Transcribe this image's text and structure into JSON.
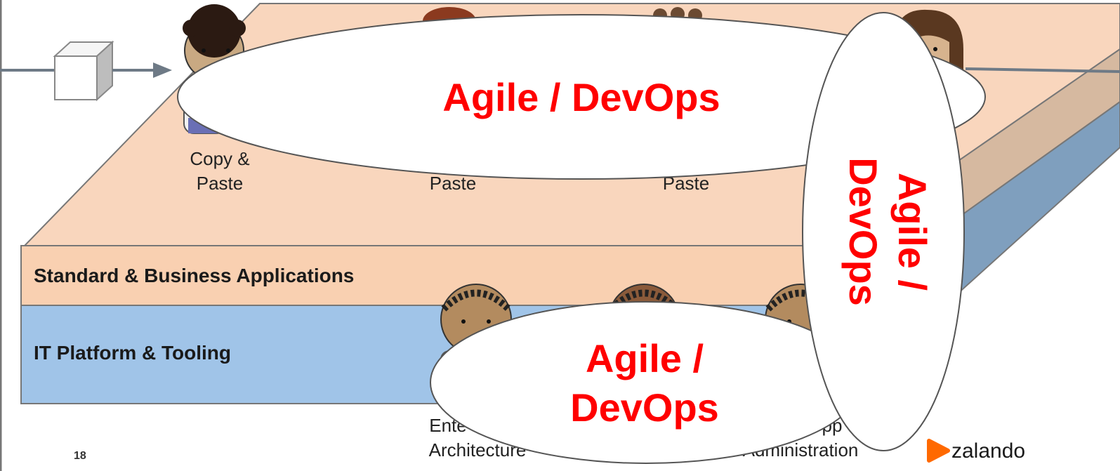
{
  "colors": {
    "platform_top": "#f9d6bd",
    "platform_side": "#d6b9a0",
    "business_band": "#f9d0b1",
    "it_band": "#a0c4e8",
    "it_side": "#7f9fbe",
    "accent_red": "#ff0000",
    "brand_orange": "#ff6900"
  },
  "top_people": [
    {
      "line1": "Copy &",
      "line2": "Paste"
    },
    {
      "line1": "",
      "line2": "Paste"
    },
    {
      "line1": "",
      "line2": "Paste"
    }
  ],
  "layers": {
    "business": "Standard & Business Applications",
    "it": "IT Platform & Tooling"
  },
  "bottom_labels": {
    "left_line1": "Ente",
    "left_line2": "Architecture",
    "right_line1": "pp",
    "right_line2": "Administration"
  },
  "bubbles": {
    "top": "Agile / DevOps",
    "vertical_line1": "Agile /",
    "vertical_line2": "DevOps",
    "bottom_line1": "Agile /",
    "bottom_line2": "DevOps"
  },
  "footer": {
    "page_number": "18",
    "brand": "zalando"
  },
  "icons": [
    "package-box-icon",
    "flow-arrow-icon",
    "person-icon",
    "zalando-logo-icon"
  ]
}
